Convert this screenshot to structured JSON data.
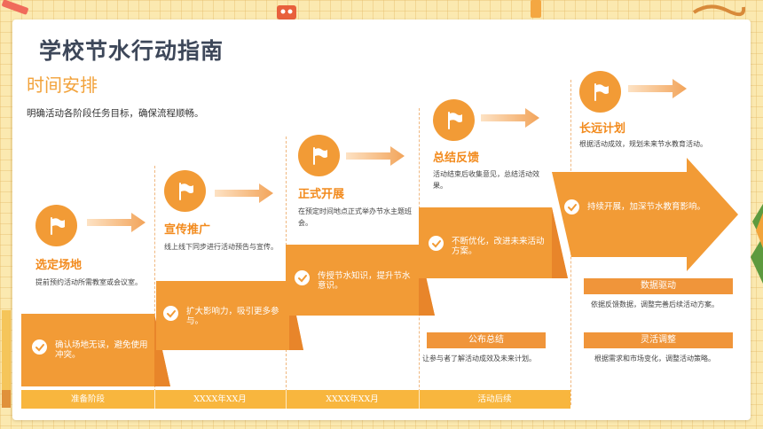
{
  "page": {
    "title": "学校节水行动指南",
    "subtitle": "时间安排",
    "description": "明确活动各阶段任务目标，确保流程顺畅。"
  },
  "icons": {
    "stage": "flag-icon",
    "band": "check-circle-icon",
    "connector": "arrow-right-icon"
  },
  "colors": {
    "accent": "#f29b36",
    "accent_dark": "#e8852a",
    "title_text": "#3d4759",
    "heading_text": "#f28a1c",
    "timeline": "#f8b63e",
    "background": "#fbe9b0"
  },
  "stages": [
    {
      "title": "选定场地",
      "desc": "提前预约活动所需教室或会议室。",
      "band": "确认场地无误，避免使用冲突。"
    },
    {
      "title": "宣传推广",
      "desc": "线上线下同步进行活动预告与宣传。",
      "band": "扩大影响力，吸引更多参与。"
    },
    {
      "title": "正式开展",
      "desc": "在预定时间地点正式举办节水主题班会。",
      "band": "传授节水知识，提升节水意识。"
    },
    {
      "title": "总结反馈",
      "desc": "活动结束后收集意见，总结活动效果。",
      "band": "不断优化，改进未来活动方案。"
    },
    {
      "title": "长远计划",
      "desc": "根据活动成效，规划未来节水教育活动。",
      "band": "持续开展，加深节水教育影响。"
    }
  ],
  "labels": [
    {
      "title": "公布总结",
      "desc": "让参与者了解活动成效及未来计划。"
    },
    {
      "title": "数据驱动",
      "desc": "依据反馈数据，调整完善后续活动方案。"
    },
    {
      "title": "灵活调整",
      "desc": "根据需求和市场变化，调整活动策略。"
    }
  ],
  "timeline": [
    "准备阶段",
    "XXXX年XX月",
    "XXXX年XX月",
    "活动后续"
  ]
}
